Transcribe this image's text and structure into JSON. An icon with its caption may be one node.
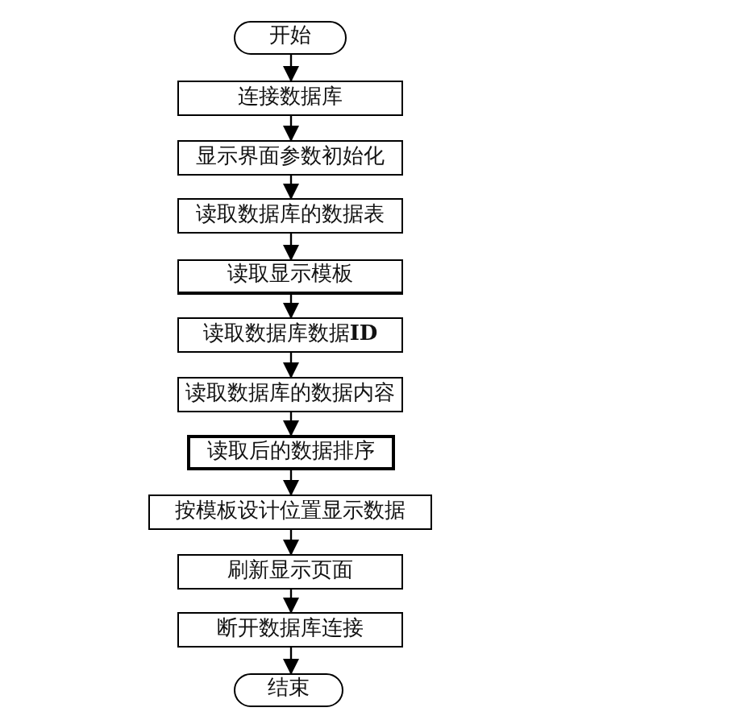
{
  "diagram": {
    "nodes": [
      {
        "text": [
          "开始"
        ]
      },
      {
        "text": [
          "连接数据库"
        ]
      },
      {
        "text": [
          "显示界面参数初始化"
        ]
      },
      {
        "text": [
          "读取数据库的数据表"
        ]
      },
      {
        "text": [
          "读取显示模板"
        ]
      },
      {
        "text": [
          "读取数据库数据**ID**"
        ]
      },
      {
        "text": [
          "读取数据库的数据内容"
        ]
      },
      {
        "text": [
          "读取后的数据排序"
        ]
      },
      {
        "text": [
          "按模板设计位置显示数据"
        ]
      },
      {
        "text": [
          "刷新显示页面"
        ]
      },
      {
        "text": [
          "断开数据库连接"
        ]
      },
      {
        "text": [
          "结束"
        ]
      }
    ],
    "edges": [
      {
        "from": 0,
        "to": 1,
        "arrow": "to"
      },
      {
        "from": 1,
        "to": 2,
        "arrow": "to"
      },
      {
        "from": 2,
        "to": 3,
        "arrow": "to"
      },
      {
        "from": 3,
        "to": 4,
        "arrow": "to"
      },
      {
        "from": 4,
        "to": 5,
        "arrow": "to"
      },
      {
        "from": 5,
        "to": 6,
        "arrow": "to"
      },
      {
        "from": 6,
        "to": 7,
        "arrow": "to"
      },
      {
        "from": 7,
        "to": 8,
        "arrow": "to"
      },
      {
        "from": 8,
        "to": 9,
        "arrow": "to"
      },
      {
        "from": 9,
        "to": 10,
        "arrow": "to"
      },
      {
        "from": 10,
        "to": 11,
        "arrow": "to"
      }
    ]
  }
}
